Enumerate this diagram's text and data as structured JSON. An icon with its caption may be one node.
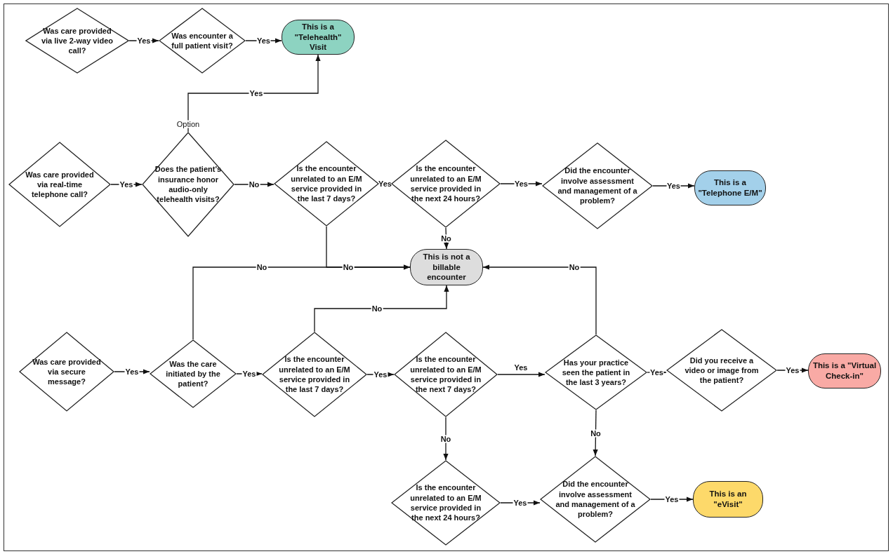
{
  "diagram": {
    "nodes": [
      {
        "text": [
          "Was care provided via live 2-way video call?"
        ]
      },
      {
        "text": [
          "Was encounter a full patient visit?"
        ]
      },
      {
        "text": [
          "This is a \"Telehealth\" Visit"
        ]
      },
      {
        "text": [
          "Was care provided via real-time telephone call?"
        ]
      },
      {
        "text": [
          "Does the patient's insurance honor audio-only telehealth visits?"
        ]
      },
      {
        "text": [
          "Is the encounter unrelated to an E/M service provided in the last 7 days?"
        ]
      },
      {
        "text": [
          "Is the encounter unrelated to an E/M service provided in the next 24 hours?"
        ]
      },
      {
        "text": [
          "Did the encounter involve assessment and management of a problem?"
        ]
      },
      {
        "text": [
          "This is a \"Telephone E/M\""
        ]
      },
      {
        "text": [
          "This is not a billable encounter"
        ]
      },
      {
        "text": [
          "Was care provided via secure message?"
        ]
      },
      {
        "text": [
          "Was the care initiated by the patient?"
        ]
      },
      {
        "text": [
          "Is the encounter unrelated to an E/M service provided in the last 7 days?"
        ]
      },
      {
        "text": [
          "Is the encounter unrelated to an E/M service provided in the next 7 days?"
        ]
      },
      {
        "text": [
          "Has your practice seen the patient in the last 3 years?"
        ]
      },
      {
        "text": [
          "Did you receive a video or image from the patient?"
        ]
      },
      {
        "text": [
          "This is a \"Virtual Check-in\""
        ]
      },
      {
        "text": [
          "Is the encounter unrelated to an E/M service provided in the next 24 hours?"
        ]
      },
      {
        "text": [
          "Did the encounter involve assessment and management of a problem?"
        ]
      },
      {
        "text": [
          "This is an \"eVisit\""
        ]
      }
    ],
    "edges": [
      {
        "from": 0,
        "to": 1,
        "arrow": "to",
        "label": "Yes"
      },
      {
        "from": 1,
        "to": 2,
        "arrow": "to",
        "label": "Yes"
      },
      {
        "from": 4,
        "to": 2,
        "arrow": "to",
        "label": "Yes"
      },
      {
        "from": 3,
        "to": 4,
        "arrow": "to",
        "label": "Yes"
      },
      {
        "from": 4,
        "to": 5,
        "arrow": "to",
        "label": "No"
      },
      {
        "from": 5,
        "to": 6,
        "arrow": "to",
        "label": "Yes"
      },
      {
        "from": 6,
        "to": 7,
        "arrow": "to",
        "label": "Yes"
      },
      {
        "from": 7,
        "to": 8,
        "arrow": "to",
        "label": "Yes"
      },
      {
        "from": 6,
        "to": 9,
        "arrow": "to",
        "label": "No"
      },
      {
        "from": 5,
        "to": 9,
        "arrow": "to",
        "label": "No"
      },
      {
        "from": 11,
        "to": 9,
        "arrow": "to",
        "label": "No"
      },
      {
        "from": 12,
        "to": 9,
        "arrow": "to",
        "label": "No"
      },
      {
        "from": 14,
        "to": 9,
        "arrow": "to",
        "label": "No"
      },
      {
        "from": 10,
        "to": 11,
        "arrow": "to",
        "label": "Yes"
      },
      {
        "from": 11,
        "to": 12,
        "arrow": "to",
        "label": "Yes"
      },
      {
        "from": 12,
        "to": 13,
        "arrow": "to",
        "label": "Yes"
      },
      {
        "from": 13,
        "to": 14,
        "arrow": "to",
        "label": "Yes"
      },
      {
        "from": 14,
        "to": 15,
        "arrow": "to",
        "label": "Yes"
      },
      {
        "from": 15,
        "to": 16,
        "arrow": "to",
        "label": "Yes"
      },
      {
        "from": 13,
        "to": 17,
        "arrow": "to",
        "label": "No"
      },
      {
        "from": 14,
        "to": 18,
        "arrow": "to",
        "label": "No"
      },
      {
        "from": 17,
        "to": 18,
        "arrow": "to",
        "label": "Yes"
      },
      {
        "from": 18,
        "to": 19,
        "arrow": "to",
        "label": "Yes"
      }
    ],
    "labels": [
      "Option"
    ]
  }
}
